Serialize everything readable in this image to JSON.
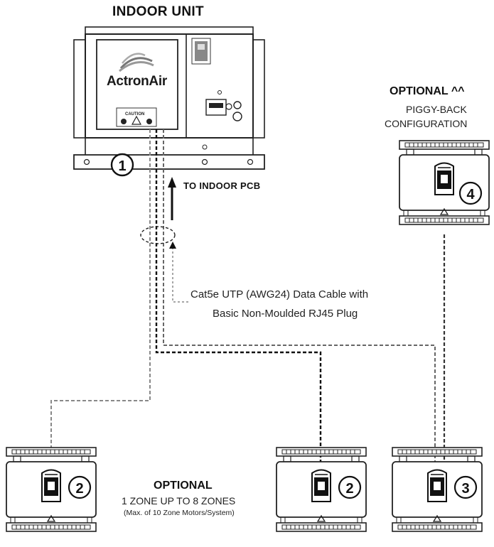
{
  "indoor_unit": {
    "title": "INDOOR UNIT",
    "brand": "ActronAir",
    "caution": "CAUTION",
    "badge": "1"
  },
  "pcb_arrow": {
    "label": "TO INDOOR PCB"
  },
  "cable": {
    "line1": "Cat5e UTP (AWG24) Data Cable with",
    "line2": "Basic Non-Moulded RJ45 Plug"
  },
  "optional_piggyback": {
    "title": "OPTIONAL ^^",
    "line1": "PIGGY-BACK",
    "line2": "CONFIGURATION",
    "badge": "4"
  },
  "optional_zones": {
    "title": "OPTIONAL",
    "line1": "1 ZONE UP TO 8 ZONES",
    "line2": "(Max. of 10 Zone Motors/System)"
  },
  "zone_modules": [
    {
      "badge": "2"
    },
    {
      "badge": "2"
    },
    {
      "badge": "3"
    }
  ],
  "icons": {
    "unit": "indoor-unit-icon",
    "zone_module": "zone-motor-module-icon",
    "arrow": "arrow-up-icon"
  }
}
